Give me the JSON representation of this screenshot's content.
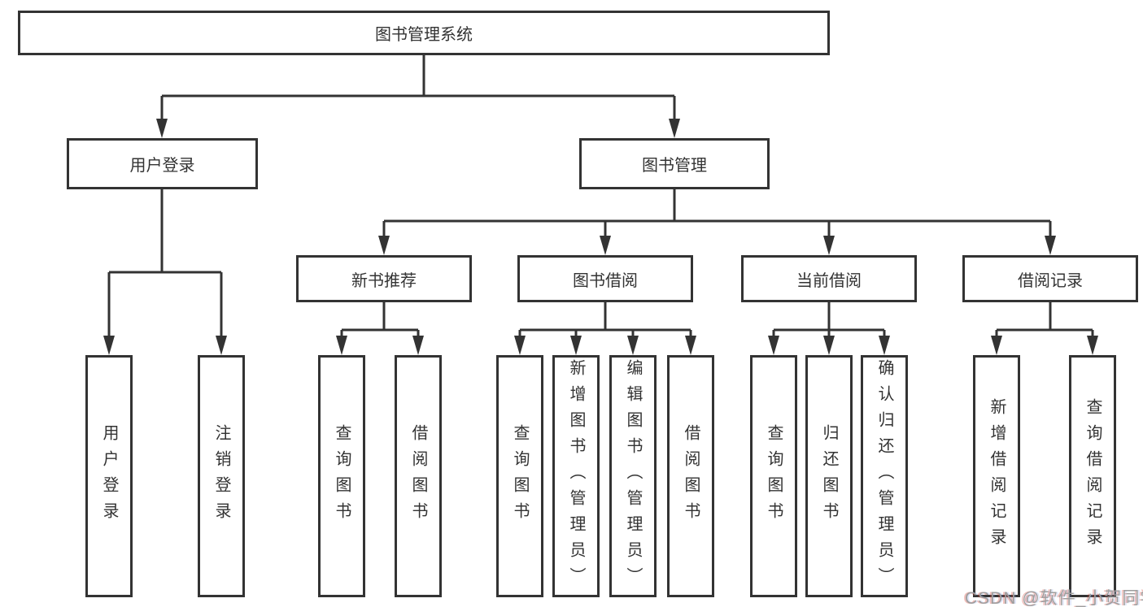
{
  "diagram": {
    "type": "hierarchy-tree",
    "line_color": "#333333",
    "box_fill": "#ffffff",
    "tree": {
      "label": "图书管理系统",
      "children": [
        {
          "label": "用户登录",
          "children": [
            {
              "label": "用户登录"
            },
            {
              "label": "注销登录"
            }
          ]
        },
        {
          "label": "图书管理",
          "children": [
            {
              "label": "新书推荐",
              "children": [
                {
                  "label": "查询图书"
                },
                {
                  "label": "借阅图书"
                }
              ]
            },
            {
              "label": "图书借阅",
              "children": [
                {
                  "label": "查询图书"
                },
                {
                  "label": "新增图书（管理员）"
                },
                {
                  "label": "编辑图书（管理员）"
                },
                {
                  "label": "借阅图书"
                }
              ]
            },
            {
              "label": "当前借阅",
              "children": [
                {
                  "label": "查询图书"
                },
                {
                  "label": "归还图书"
                },
                {
                  "label": "确认归还（管理员）"
                }
              ]
            },
            {
              "label": "借阅记录",
              "children": [
                {
                  "label": "新增借阅记录"
                },
                {
                  "label": "查询借阅记录"
                }
              ]
            }
          ]
        }
      ]
    }
  },
  "watermark": {
    "text": "CSDN @软件_小贺同学",
    "color": "#9e9e9e"
  }
}
